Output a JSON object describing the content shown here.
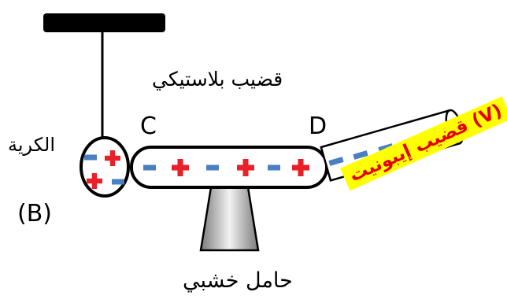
{
  "labels": {
    "plastic_rod": "قضيب بلاستيكي",
    "ball": "الكرية",
    "ball_letter": "(B)",
    "point_c": "C",
    "point_d": "D",
    "ebonite_rod": "قضيب إيبونيت (V)",
    "wooden_stand": "حامل خشبي"
  },
  "charges": {
    "ball": [
      "-",
      "+",
      "+",
      "-"
    ],
    "plastic_rod": [
      "-",
      "+",
      "-",
      "+",
      "-",
      "+"
    ],
    "ebonite_rod": [
      "-",
      "-",
      "-",
      "-",
      "-",
      "-"
    ]
  },
  "colors": {
    "positive": "#e8202a",
    "negative": "#4a7fc1",
    "outline": "#000000",
    "ebonite_label_text": "#e60000",
    "ebonite_label_bg": "#ffff00"
  }
}
